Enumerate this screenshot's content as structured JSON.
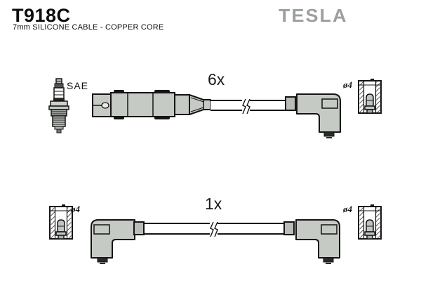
{
  "header": {
    "part_number": "T918C",
    "description": "7mm SILICONE CABLE - COPPER CORE",
    "brand_logo": "TESLA"
  },
  "top_assembly": {
    "quantity": "6x",
    "spark_plug_standard": "SAE",
    "terminal_diameter": "ø4"
  },
  "bottom_assembly": {
    "quantity": "1x",
    "terminal_diameter_left": "ø4",
    "terminal_diameter_right": "ø4"
  },
  "colors": {
    "part_fill": "#c6cac4",
    "sleeve_fill": "#b9bdb7",
    "outline": "#151515",
    "logo_gray": "#9aa19d",
    "background": "#ffffff"
  }
}
